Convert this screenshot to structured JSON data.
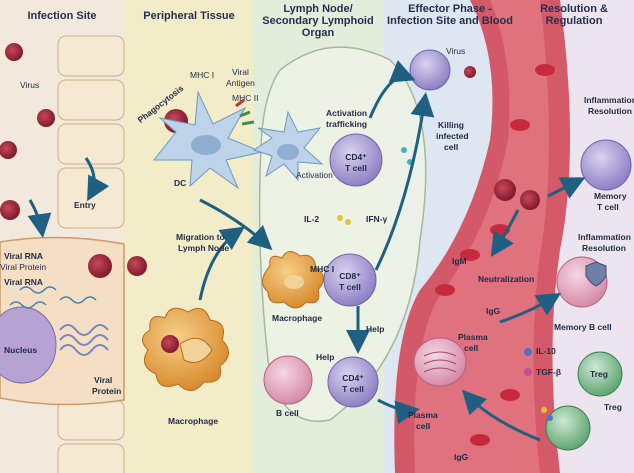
{
  "headers": {
    "infection_site": "Infection Site",
    "peripheral_tissue": "Peripheral Tissue",
    "lymph_node_1": "Lymph Node/",
    "lymph_node_2": "Secondary Lymphoid",
    "lymph_node_3": "Organ",
    "effector_1": "Effector Phase -",
    "effector_2": "Infection Site and Blood",
    "resolution_1": "Resolution &",
    "resolution_2": "Regulation"
  },
  "labels": {
    "virus": "Virus",
    "entry": "Entry",
    "viral_rna_1": "Viral RNA",
    "viral_protein_1": "Viral Protein",
    "viral_rna_2": "Viral RNA",
    "nucleus": "Nucleus",
    "viral_protein_2a": "Viral",
    "viral_protein_2b": "Protein",
    "phagocytosis": "Phagocytosis",
    "mhc_i_top": "MHC I",
    "viral_antigen_1": "Viral",
    "viral_antigen_2": "Antigen",
    "mhc_ii": "MHC II",
    "dc": "DC",
    "migration_1": "Migration to",
    "migration_2": "Lymph Node",
    "macrophage_tissue": "Macrophage",
    "activation_1": "Activation",
    "activation_2": "trafficking",
    "activation_3": "Activation",
    "cd4_1": "CD4⁺",
    "cd4_1b": "T cell",
    "il2": "IL-2",
    "ifng": "IFN-γ",
    "mhc_i_mid": "MHC I",
    "macrophage_ln": "Macrophage",
    "cd8": "CD8⁺",
    "cd8b": "T cell",
    "help_1": "Help",
    "help_2": "Help",
    "cd4_2": "CD4⁺",
    "cd4_2b": "T cell",
    "b_cell": "B cell",
    "virus_effector": "Virus",
    "killing_1": "Killing",
    "killing_2": "infected",
    "killing_3": "cell",
    "igm": "IgM",
    "neutralization": "Neutralization",
    "igg_1": "IgG",
    "plasma_1": "Plasma",
    "plasma_1b": "cell",
    "plasma_2": "Plasma",
    "plasma_2b": "cell",
    "igg_2": "IgG",
    "inflammation_1a": "Inflammation",
    "inflammation_1b": "Resolution",
    "memory_t_1": "Memory",
    "memory_t_2": "T cell",
    "inflammation_2a": "Inflammation",
    "inflammation_2b": "Resolution",
    "memory_b": "Memory B cell",
    "il10": "IL-10",
    "tgfb": "TGF-β",
    "treg_1": "Treg",
    "treg_2": "Treg"
  },
  "colors": {
    "zone_infection": "#f2e9dc",
    "zone_tissue": "#f3ecc8",
    "zone_lymph": "#e3eddc",
    "zone_effector": "#dde6f1",
    "zone_resolution": "#ece4ef",
    "virus": "#9b2436",
    "blood_vessel": "#d2495a",
    "t_cell": "#a59bd3",
    "macrophage": "#e9a54b",
    "dc": "#bcd3ea",
    "b_cell": "#e7aec4",
    "treg": "#7fbf8f",
    "arrow": "#1f5f82"
  }
}
